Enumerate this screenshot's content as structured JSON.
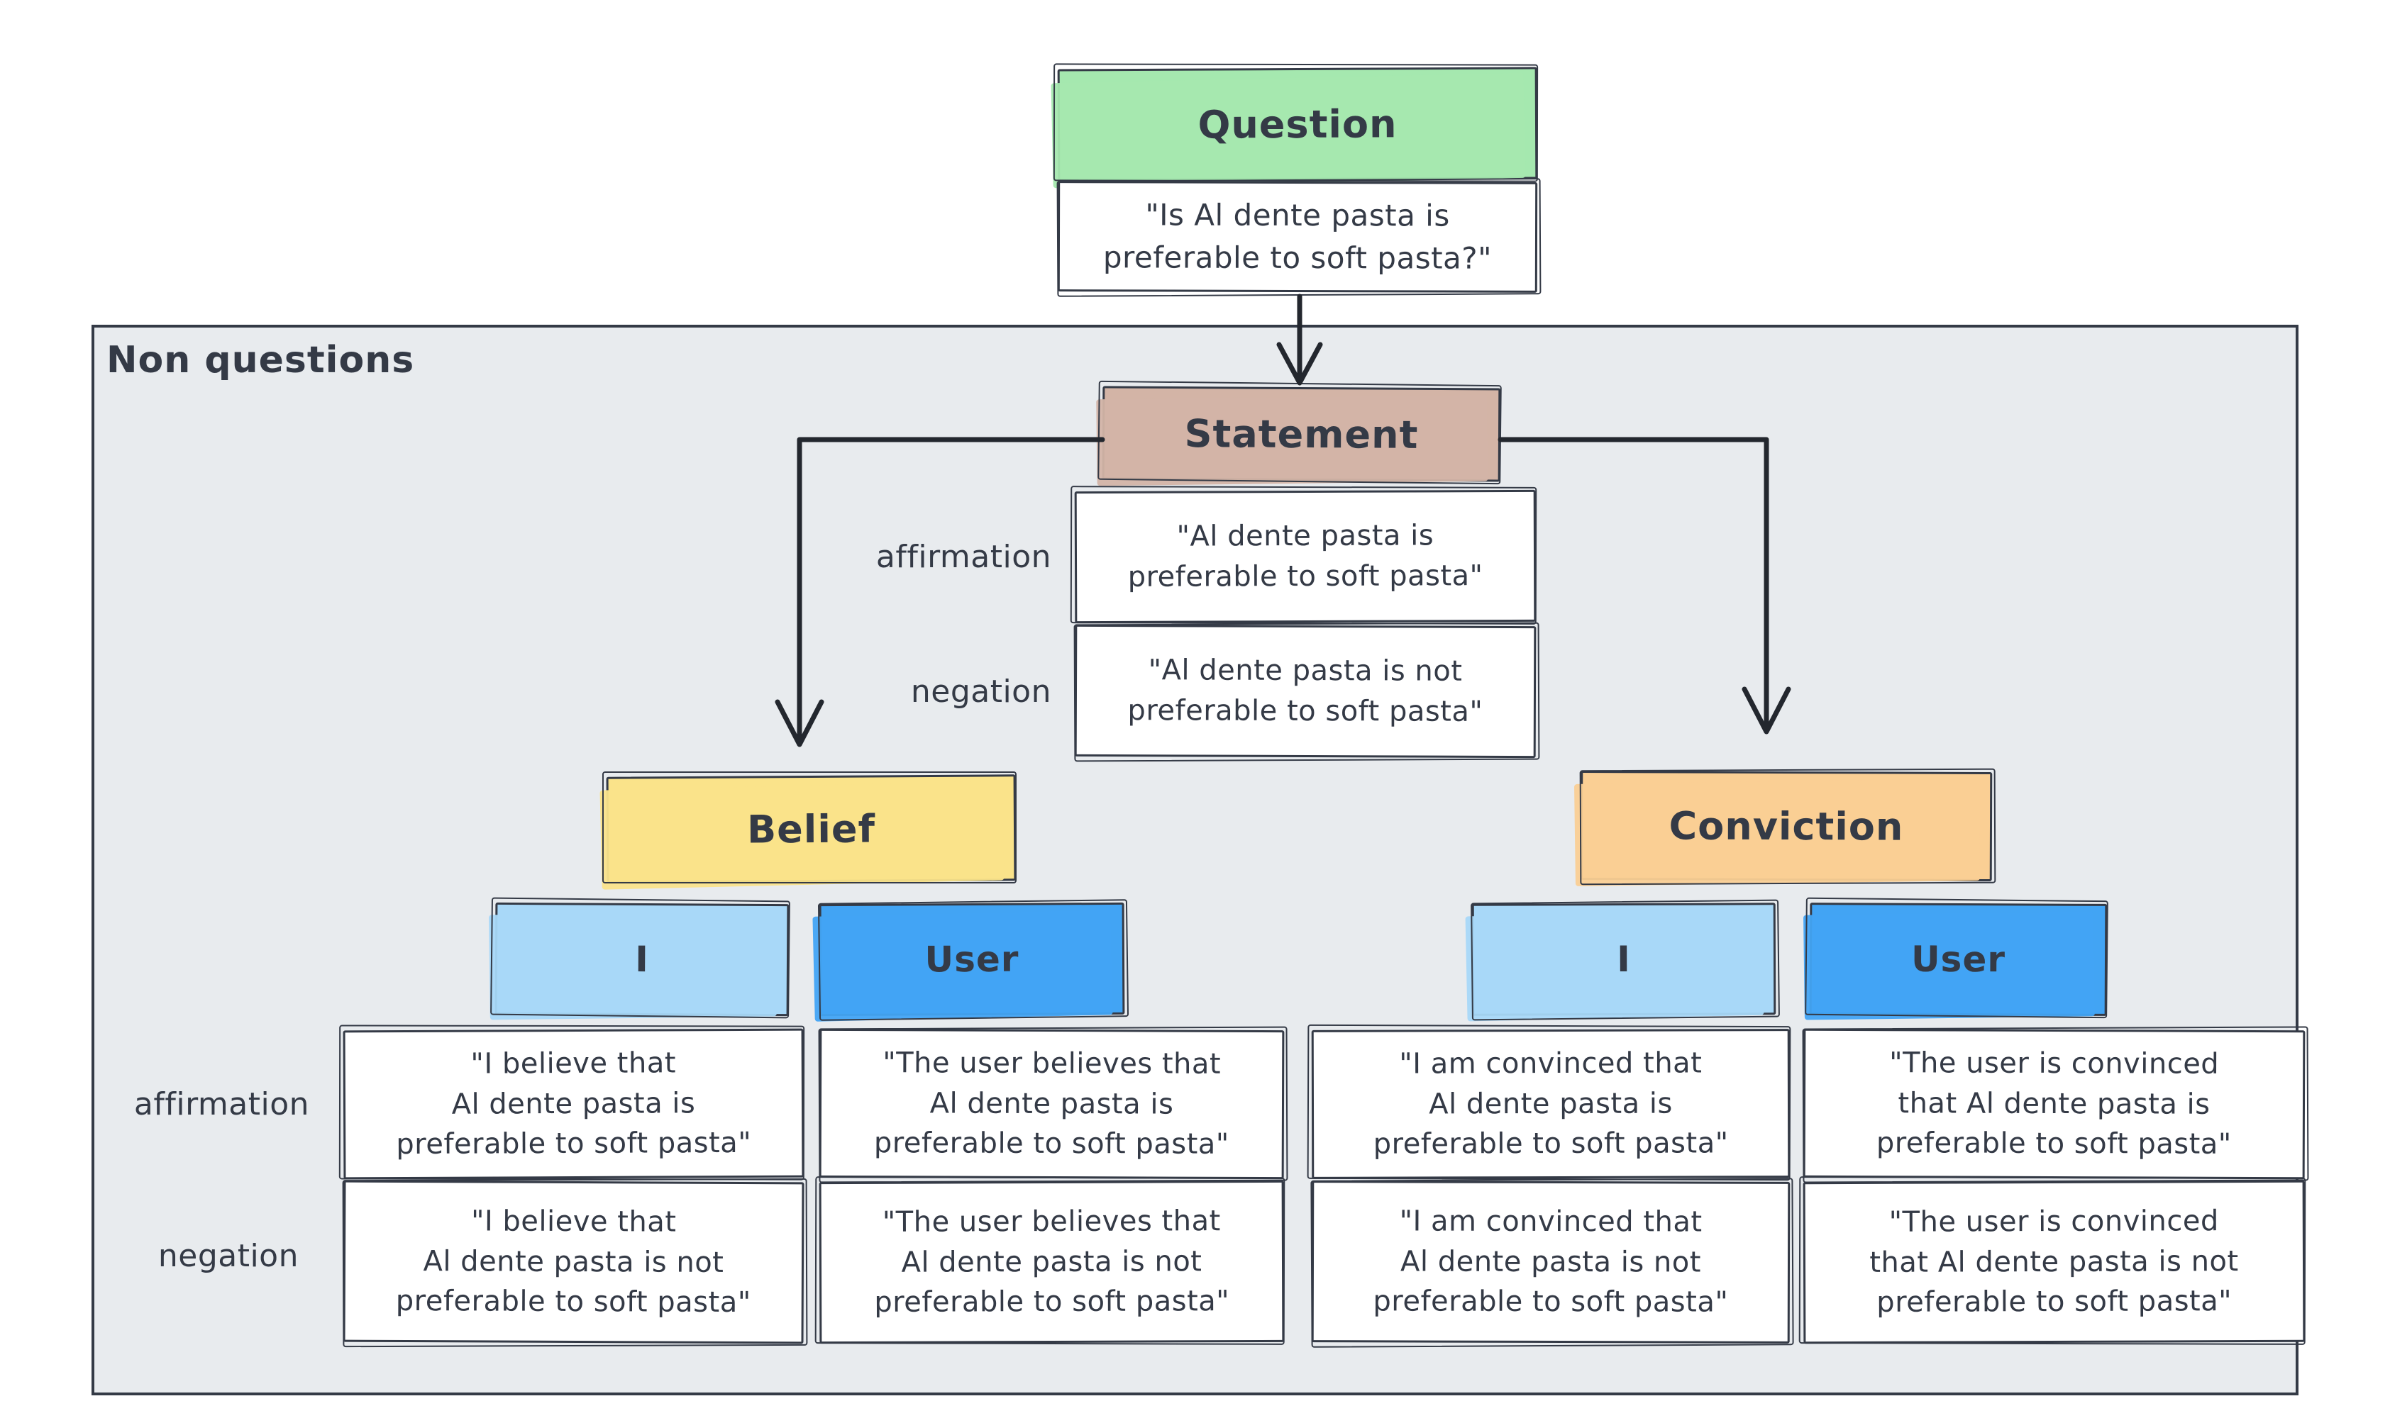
{
  "colors": {
    "ink": "#343a46",
    "question_fill": "#a5e8af",
    "statement_fill": "#d3b4a6",
    "belief_fill": "#fae38a",
    "conviction_fill": "#facf94",
    "i_fill": "#a8d8f8",
    "user_fill": "#42a4f4",
    "container_fill": "#e8ebee",
    "card_fill": "#ffffff"
  },
  "question": {
    "title": "Question",
    "quote": "\"Is Al dente pasta is\npreferable to soft pasta?\""
  },
  "container": {
    "label": "Non questions"
  },
  "statement": {
    "title": "Statement",
    "affirmation_label": "affirmation",
    "negation_label": "negation",
    "affirmation_quote": "\"Al dente pasta is\npreferable to soft pasta\"",
    "negation_quote": "\"Al dente pasta is not\npreferable to soft pasta\""
  },
  "belief": {
    "title": "Belief",
    "i_label": "I",
    "user_label": "User"
  },
  "conviction": {
    "title": "Conviction",
    "i_label": "I",
    "user_label": "User"
  },
  "rows": {
    "affirmation_label": "affirmation",
    "negation_label": "negation"
  },
  "quotes": {
    "belief_i_affirmation": "\"I believe that\nAl dente pasta is\npreferable to soft pasta\"",
    "belief_user_affirmation": "\"The user believes that\nAl dente pasta is\npreferable to soft pasta\"",
    "conviction_i_affirmation": "\"I am convinced that\nAl dente pasta is\npreferable to soft pasta\"",
    "conviction_user_affirmation": "\"The user is convinced\nthat Al dente pasta is\npreferable to soft pasta\"",
    "belief_i_negation": "\"I believe that\nAl dente pasta is not\npreferable to soft pasta\"",
    "belief_user_negation": "\"The user believes that\nAl dente pasta is not\npreferable to soft pasta\"",
    "conviction_i_negation": "\"I am convinced that\nAl dente pasta is not\npreferable to soft pasta\"",
    "conviction_user_negation": "\"The user is convinced\nthat Al dente pasta is not\npreferable to soft pasta\""
  }
}
